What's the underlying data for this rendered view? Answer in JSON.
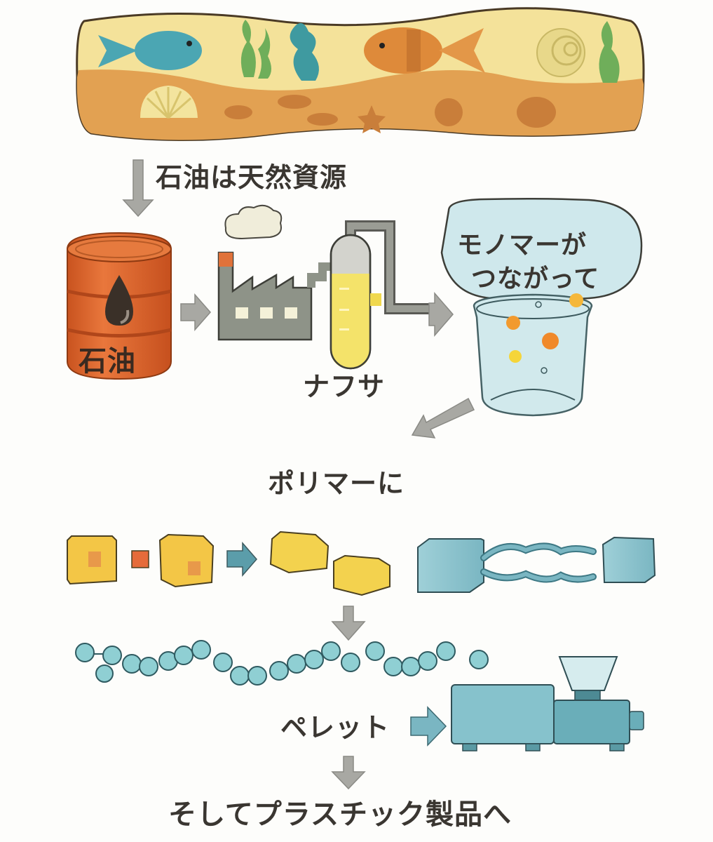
{
  "title": "石油からプラスチック製品ができるまで",
  "steps": {
    "natural_resource": "石油は天然資源",
    "oil_drum": "石油",
    "naphtha": "ナフサ",
    "monomer_line1": "モノマーが",
    "monomer_line2": "つながって",
    "polymer": "ポリマーに",
    "pellet": "ペレット",
    "products": "そしてプラスチック製品へ"
  },
  "icons": [
    "fossil-layer-icon",
    "oil-drum-icon",
    "factory-icon",
    "distillation-tower-icon",
    "beaker-icon",
    "monomer-blocks-icon",
    "polymer-chain-icon",
    "extruder-machine-icon",
    "arrow-icon"
  ],
  "colors": {
    "text": "#3a3631",
    "arrow_gray": "#a8a8a3",
    "arrow_blue": "#5b9daa",
    "oil_orange": "#e06a32",
    "factory_gray": "#8f948a",
    "naphtha_yellow": "#f4e36a",
    "beaker_blue": "#cfe8ec",
    "block_yellow": "#f3c646",
    "block_blue": "#86c2cc",
    "pellet_blue": "#8fcfd3",
    "sand_light": "#f4e29a",
    "sand_dark": "#e1a04e"
  }
}
